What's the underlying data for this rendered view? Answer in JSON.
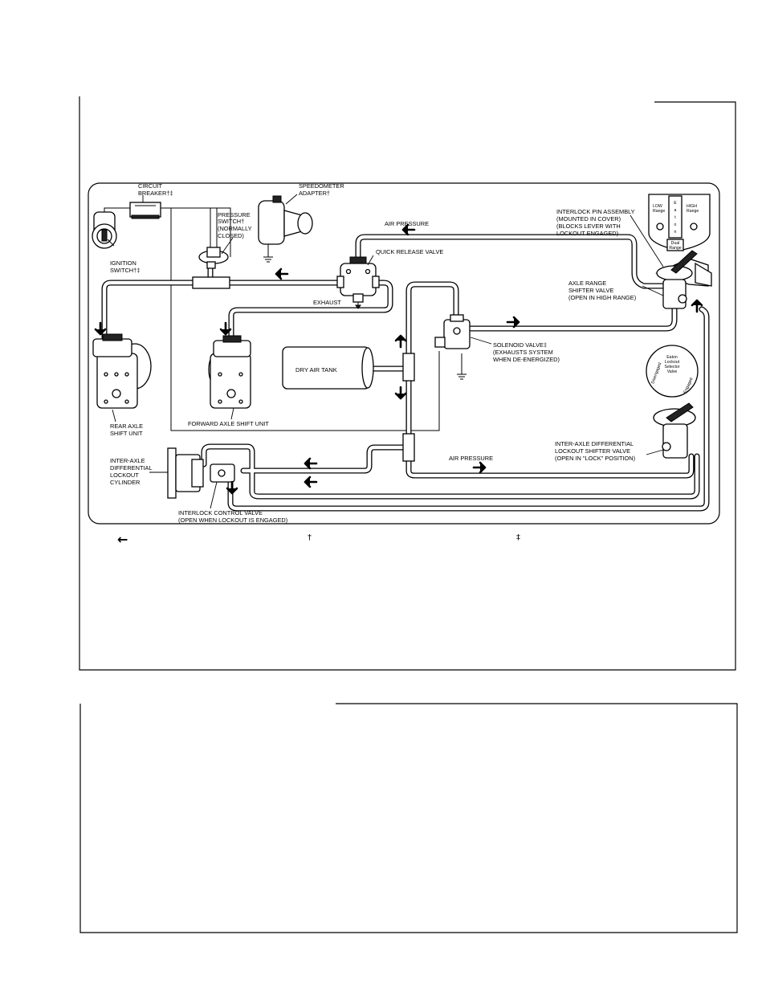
{
  "labels": {
    "circuit_breaker": [
      "CIRCUIT",
      "BREAKER†‡"
    ],
    "ignition_switch": [
      "IGNITION",
      "SWITCH†‡"
    ],
    "pressure_switch": [
      "PRESSURE",
      "SWITCH†",
      "(NORMALLY",
      "CLOSED)"
    ],
    "speedometer_adapter": [
      "SPEEDOMETER",
      "ADAPTER†"
    ],
    "air_pressure_top": "AIR PRESSURE",
    "quick_release_valve": "QUICK RELEASE VALVE",
    "exhaust": "EXHAUST",
    "interlock_pin_assembly": [
      "INTERLOCK PIN ASSEMBLY",
      "(MOUNTED IN COVER)",
      "(BLOCKS LEVER WITH",
      "LOCKOUT ENGAGED)"
    ],
    "axle_range_shifter_valve": [
      "AXLE RANGE",
      "SHIFTER VALVE",
      "(OPEN IN HIGH RANGE)"
    ],
    "solenoid_valve": [
      "SOLENOID VALVE‡",
      "(EXHAUSTS SYSTEM",
      "WHEN DE-ENERGIZED)"
    ],
    "dry_air_tank": "DRY AIR TANK",
    "rear_axle_shift_unit": [
      "REAR AXLE",
      "SHIFT UNIT"
    ],
    "forward_axle_shift_unit": "FORWARD AXLE SHIFT UNIT",
    "inter_axle_lockout_cylinder": [
      "INTER-AXLE",
      "DIFFERENTIAL",
      "LOCKOUT",
      "CYLINDER"
    ],
    "air_pressure_bottom": "AIR PRESSURE",
    "inter_axle_shifter_valve": [
      "INTER-AXLE DIFFERENTIAL",
      "LOCKOUT SHIFTER VALVE",
      "(OPEN IN \"LOCK\" POSITION)"
    ],
    "interlock_control_valve": [
      "INTERLOCK CONTROL VALVE",
      "(OPEN WHEN LOCKOUT IS ENGAGED)"
    ]
  },
  "range_plate": {
    "low": [
      "LOW",
      "Range"
    ],
    "high": [
      "HIGH",
      "Range"
    ],
    "brand_letters": [
      "E",
      "a",
      "t",
      "o",
      "n"
    ],
    "dual": [
      "Dual",
      "Range"
    ]
  },
  "selector_plate": {
    "lines": [
      "Eaton",
      "Lockout",
      "Selector",
      "Valve"
    ],
    "left_word": "Disengaged",
    "right_word": "Engaged"
  },
  "legend": {
    "arrow_symbol": "←",
    "dagger_symbol": "†",
    "double_dagger_symbol": "‡"
  }
}
